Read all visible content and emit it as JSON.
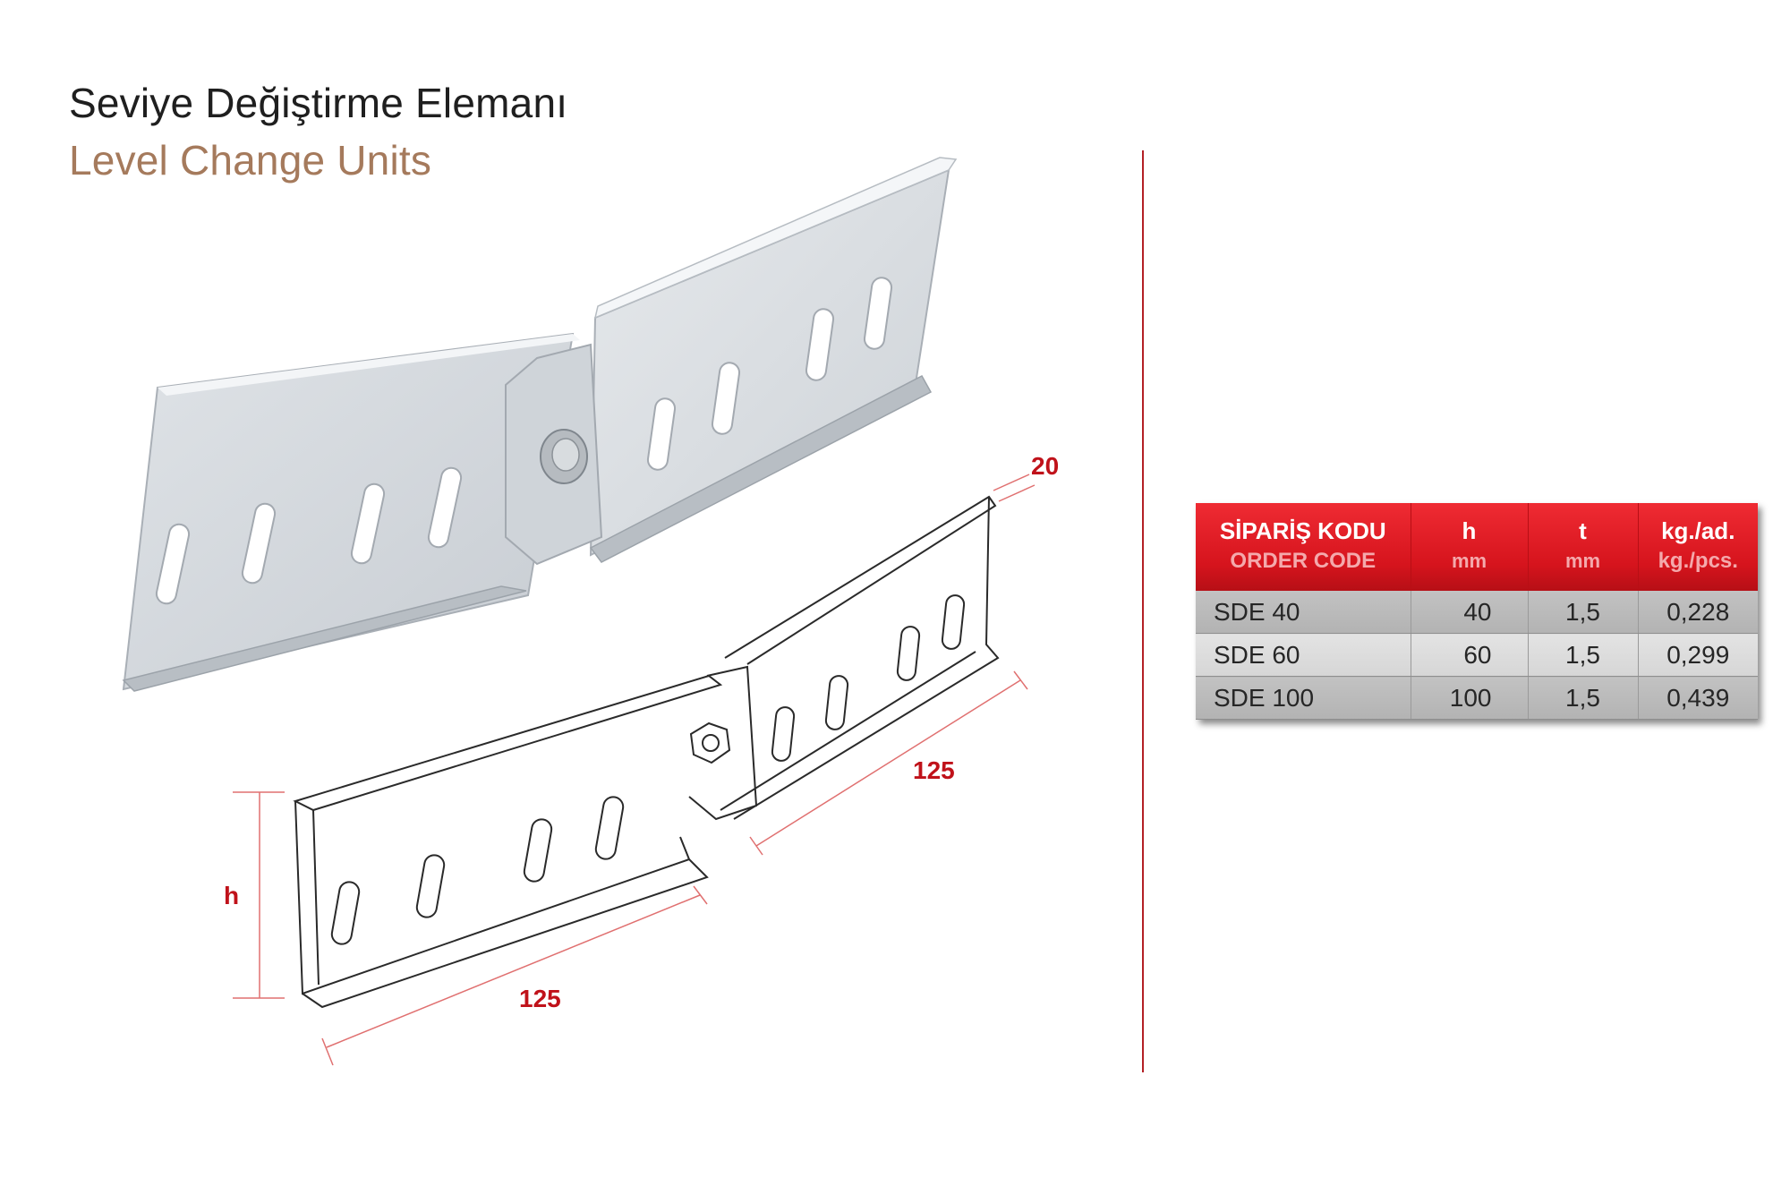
{
  "header": {
    "title_tr": "Seviye Değiştirme Elemanı",
    "title_en": "Level Change Units"
  },
  "dimensions": {
    "flange": "20",
    "length_right": "125",
    "length_left": "125",
    "height": "h"
  },
  "table": {
    "headers": [
      {
        "label": "SİPARİŞ KODU",
        "sub": "ORDER CODE"
      },
      {
        "label": "h",
        "sub": "mm"
      },
      {
        "label": "t",
        "sub": "mm"
      },
      {
        "label": "kg./ad.",
        "sub": "kg./pcs."
      }
    ],
    "rows": [
      {
        "code": "SDE 40",
        "h": "40",
        "t": "1,5",
        "kg": "0,228"
      },
      {
        "code": "SDE 60",
        "h": "60",
        "t": "1,5",
        "kg": "0,299"
      },
      {
        "code": "SDE 100",
        "h": "100",
        "t": "1,5",
        "kg": "0,439"
      }
    ]
  },
  "colors": {
    "accent_red": "#d6141d",
    "title_brown": "#a57a5c",
    "divider_red": "#b32025"
  }
}
